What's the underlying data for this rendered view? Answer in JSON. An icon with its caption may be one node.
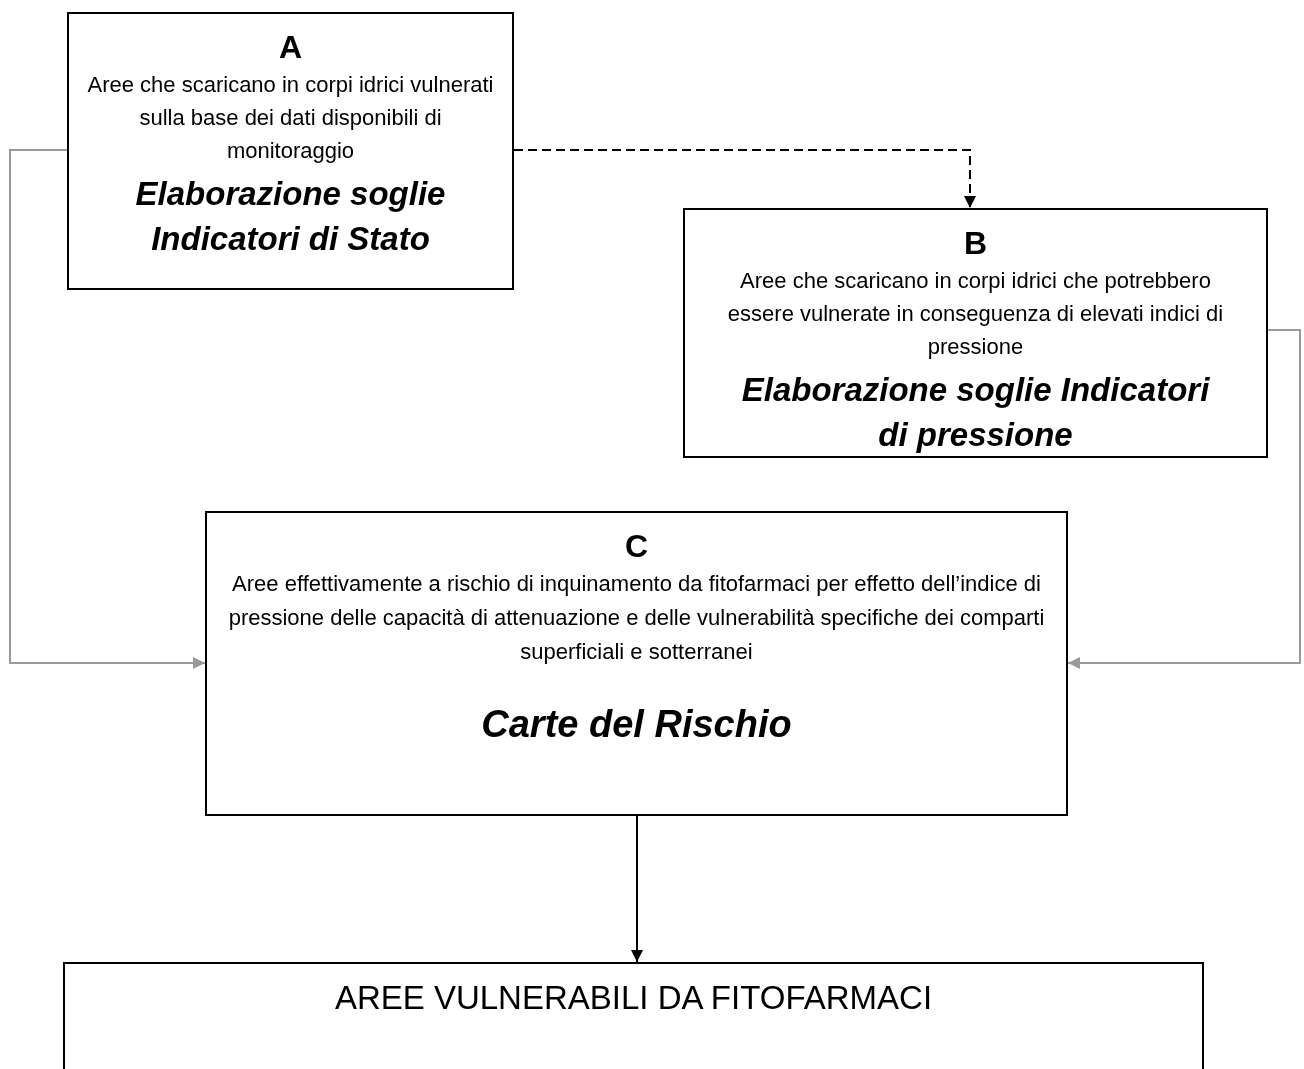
{
  "diagram": {
    "nodes": [
      {
        "text": [
          "A",
          "Aree che scaricano in corpi idrici vulnerati sulla base dei dati disponibili di monitoraggio",
          "Elaborazione soglie Indicatori di Stato"
        ]
      },
      {
        "text": [
          "B",
          "Aree che scaricano in corpi idrici  che potrebbero essere vulnerate in conseguenza di elevati indici di pressione",
          "Elaborazione soglie Indicatori di pressione"
        ]
      },
      {
        "text": [
          "C",
          "Aree effettivamente a rischio di inquinamento da fitofarmaci per effetto dell’indice di pressione delle capacità di attenuazione e delle vulnerabilità specifiche dei comparti superficiali e sotterranei",
          "Carte del Rischio"
        ]
      },
      {
        "text": [
          "AREE VULNERABILI DA FITOFARMACI"
        ]
      }
    ],
    "edges": [
      {
        "from": 0,
        "to": 1,
        "arrow": "to",
        "style": "dashed"
      },
      {
        "from": 0,
        "to": 2,
        "arrow": "to",
        "color": "#999999"
      },
      {
        "from": 1,
        "to": 2,
        "arrow": "to",
        "color": "#999999"
      },
      {
        "from": 2,
        "to": 3,
        "arrow": "to"
      }
    ]
  }
}
